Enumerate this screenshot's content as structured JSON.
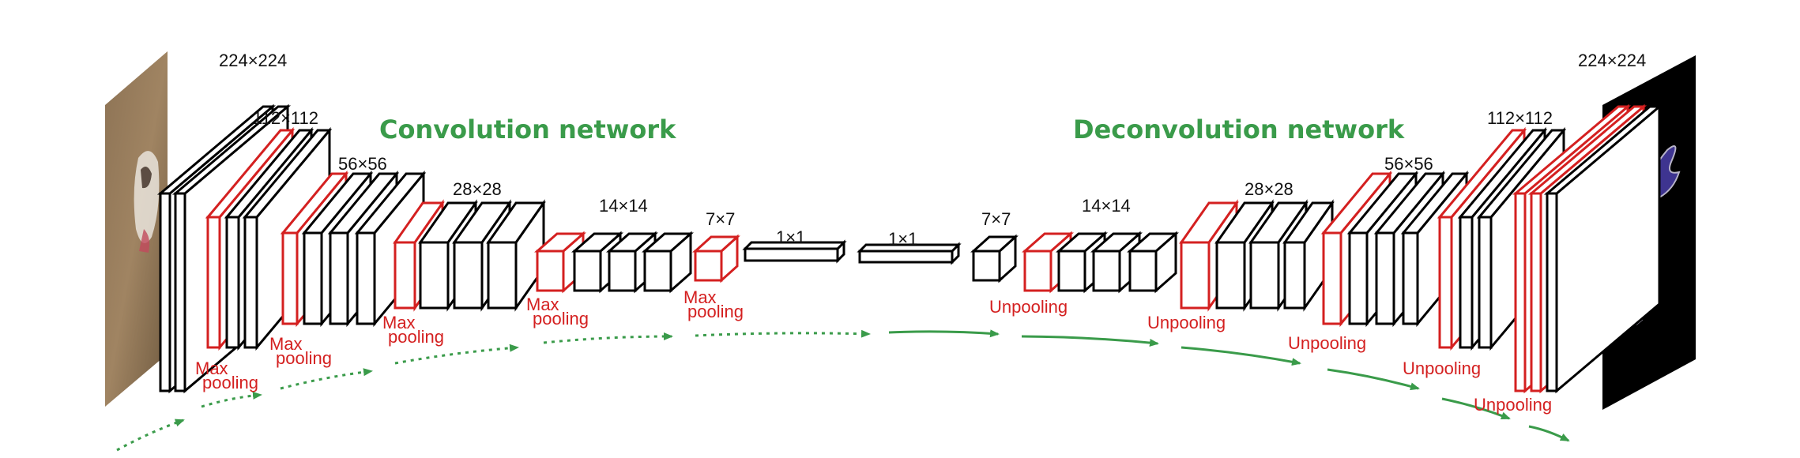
{
  "sections": {
    "conv": "Convolution network",
    "deconv": "Deconvolution network"
  },
  "sizes": {
    "c224": "224×224",
    "c112": "112×112",
    "c56": "56×56",
    "c28": "28×28",
    "c14": "14×14",
    "c7": "7×7",
    "fc1": "1×1",
    "fc2": "1×1",
    "d7": "7×7",
    "d14": "14×14",
    "d28": "28×28",
    "d56": "56×56",
    "d112": "112×112",
    "d224": "224×224"
  },
  "ops": {
    "max_word": "Max",
    "pooling_word": "pooling",
    "unpooling": "Unpooling"
  },
  "colors": {
    "title": "#3a9b4a",
    "pool": "#d42020",
    "layer": "#000000",
    "arrow": "#3a9b4a"
  }
}
